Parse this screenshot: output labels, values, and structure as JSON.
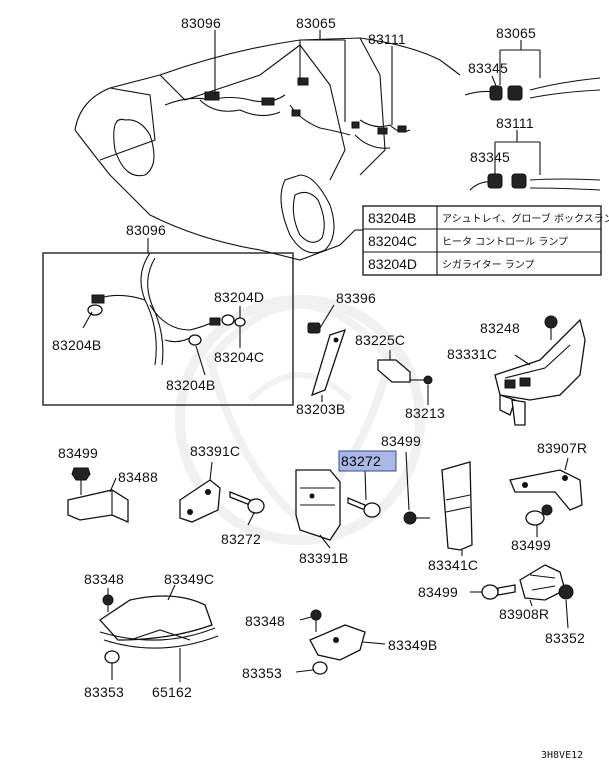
{
  "colors": {
    "highlight": "#a9b8e6",
    "ink": "#111111",
    "watermark": "#e6e6e6"
  },
  "labels": {
    "l83096_top": "83096",
    "l83065_mid": "83065",
    "l83111_mid": "83111",
    "l83065_right": "83065",
    "l83345_a": "83345",
    "l83111_right": "83111",
    "l83345_b": "83345",
    "l83096_box": "83096",
    "l83204D_box": "83204D",
    "l83204C_box": "83204C",
    "l83204B_left": "83204B",
    "l83204B_bottom": "83204B",
    "l83396": "83396",
    "l83225C": "83225C",
    "l83203B": "83203B",
    "l83213": "83213",
    "l83248": "83248",
    "l83331C": "83331C",
    "l83499_a": "83499",
    "l83488": "83488",
    "l83391C": "83391C",
    "l83272_a": "83272",
    "l83272_hl": "83272",
    "l83499_b": "83499",
    "l83391B": "83391B",
    "l83341C": "83341C",
    "l83907R": "83907R",
    "l83499_c": "83499",
    "l83499_d": "83499",
    "l83908R": "83908R",
    "l83352": "83352",
    "l83348_a": "83348",
    "l83349C": "83349C",
    "l83353_a": "83353",
    "l65162": "65162",
    "l83348_b": "83348",
    "l83349B": "83349B",
    "l83353_b": "83353",
    "diagram_code": "3H8VE12"
  },
  "table": [
    {
      "code": "83204B",
      "desc": "アシュトレイ、グローブ ボックスランプ"
    },
    {
      "code": "83204C",
      "desc": "ヒータ コントロール ランプ"
    },
    {
      "code": "83204D",
      "desc": "シガライター ランプ"
    }
  ]
}
